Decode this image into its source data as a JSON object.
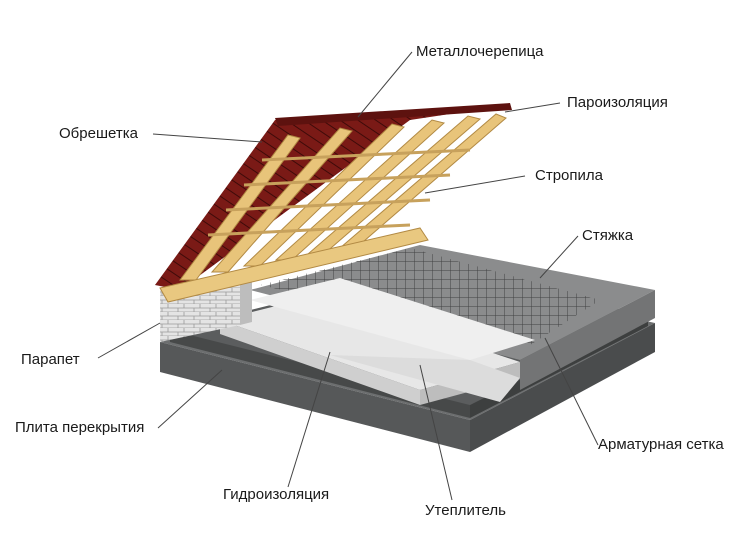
{
  "labels": {
    "metal_tile": "Металлочерепица",
    "vapor_barrier": "Пароизоляция",
    "battens": "Обрешетка",
    "rafters": "Стропила",
    "screed": "Стяжка",
    "parapet": "Парапет",
    "floor_slab": "Плита перекрытия",
    "rebar_mesh": "Арматурная сетка",
    "waterproofing": "Гидроизоляция",
    "insulation": "Утеплитель"
  },
  "colors": {
    "tile": "#7a1a16",
    "wood": "#e8c67e",
    "concrete": "#6d6f70",
    "screed": "#8c8d8e",
    "insulation": "#e6e6e6",
    "brick": "#dcdcdc",
    "leader_line": "#444444"
  }
}
